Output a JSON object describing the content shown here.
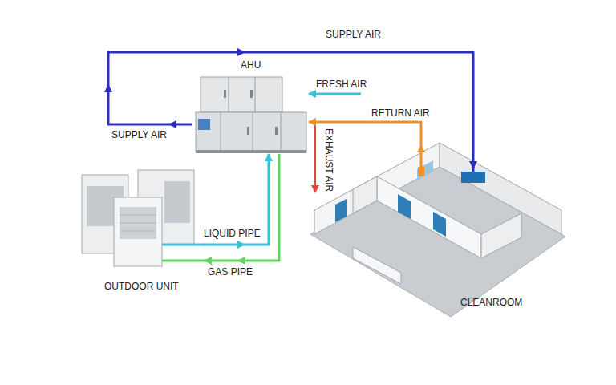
{
  "diagram": {
    "nodes": [
      {
        "text": [
          "AHU"
        ]
      },
      {
        "text": [
          "OUTDOOR UNIT"
        ]
      },
      {
        "text": [
          "CLEANROOM"
        ]
      }
    ],
    "edges": [
      {
        "from": 0,
        "to": 2,
        "arrow": "to",
        "label": "SUPPLY AIR"
      },
      {
        "from": 2,
        "to": 0,
        "arrow": "to",
        "label": "RETURN AIR"
      },
      {
        "from": 1,
        "to": 0,
        "arrow": "to",
        "label": "LIQUID PIPE"
      },
      {
        "from": 0,
        "to": 1,
        "arrow": "to",
        "label": "GAS PIPE"
      }
    ],
    "labels": [
      "SUPPLY AIR",
      "FRESH AIR",
      "EXHAUST AIR"
    ]
  }
}
